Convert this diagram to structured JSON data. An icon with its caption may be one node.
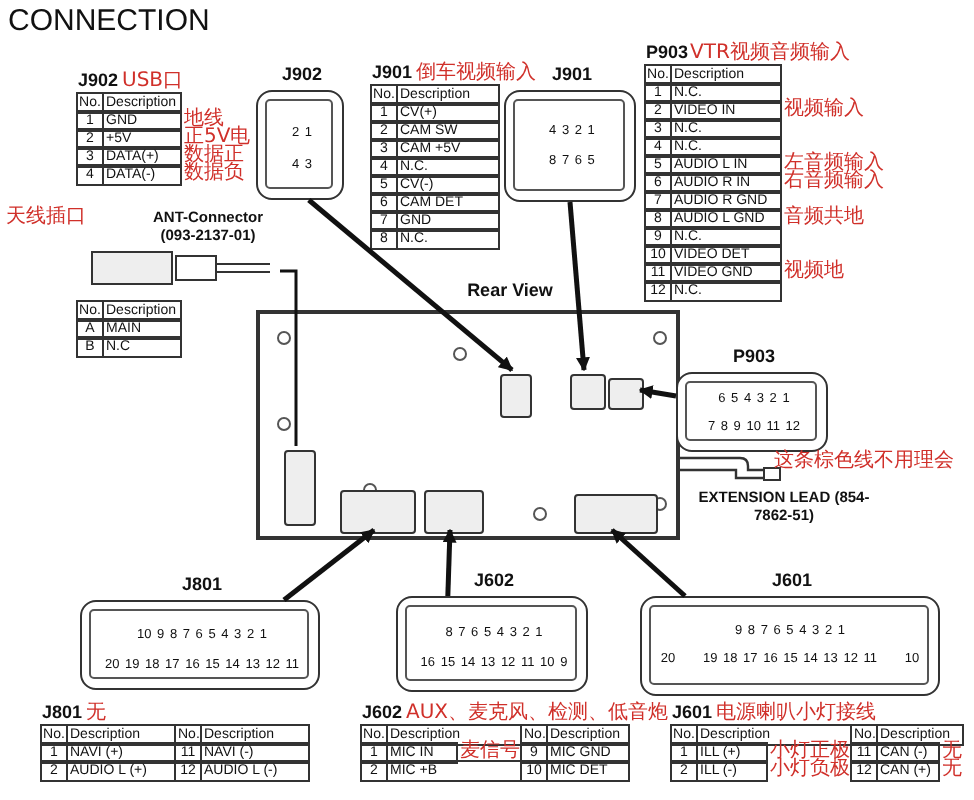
{
  "diagram": {
    "title": "CONNECTION",
    "nodes": [
      {
        "text": [
          "Rear View"
        ]
      },
      {
        "text": [],
        "shape": "box",
        "in": 0
      },
      {
        "text": [],
        "shape": "box",
        "in": 0
      },
      {
        "text": [],
        "shape": "box",
        "in": 0
      },
      {
        "text": [],
        "shape": "box",
        "in": 0
      },
      {
        "text": [],
        "shape": "box",
        "in": 0
      },
      {
        "text": [],
        "shape": "box",
        "in": 0
      },
      {
        "text": [],
        "shape": "box",
        "in": 0
      },
      {
        "text": [
          "J902",
          "2 1",
          "4 3"
        ]
      },
      {
        "text": [
          "J901",
          "4 3 2 1",
          "8 7 6 5"
        ]
      },
      {
        "text": [
          "P903",
          "6 5 4 3 2 1",
          "7 8 9 10 11 12"
        ]
      },
      {
        "text": [
          "ANT-Connector (093-2137-01)"
        ]
      },
      {
        "text": [
          "J801",
          "10 9 8 7 6 5 4 3 2 1",
          "20 19 18 17 16 15 14 13 12 11"
        ]
      },
      {
        "text": [
          "J602",
          "8 7 6 5 4 3 2 1",
          "16 15 14 13 12 11 10 9"
        ]
      },
      {
        "text": [
          "J601",
          "9 8 7 6 5 4 3 2 1",
          "20",
          "19 18 17 16 15 14 13 12 11",
          "10"
        ]
      },
      {
        "text": [
          "EXTENSION LEAD (854-7862-51)"
        ]
      }
    ],
    "edges": [
      {
        "from": 8,
        "to": 2,
        "arrow": "to"
      },
      {
        "from": 9,
        "to": 3,
        "arrow": "to"
      },
      {
        "from": 10,
        "to": 4,
        "arrow": "to"
      },
      {
        "from": 11,
        "to": 1,
        "arrow": "none"
      },
      {
        "from": 12,
        "to": 5,
        "arrow": "to"
      },
      {
        "from": 13,
        "to": 6,
        "arrow": "to"
      },
      {
        "from": 14,
        "to": 7,
        "arrow": "to"
      }
    ],
    "labels": [
      "J902",
      "USB口",
      "No.",
      "Description",
      "1",
      "GND",
      "地线",
      "2",
      "+5V",
      "正5V电",
      "3",
      "DATA(+)",
      "数据正",
      "4",
      "DATA(-)",
      "数据负",
      "J901",
      "倒车视频输入",
      "No.",
      "Description",
      "1",
      "CV(+)",
      "2",
      "CAM SW",
      "3",
      "CAM +5V",
      "4",
      "N.C.",
      "5",
      "CV(-)",
      "6",
      "CAM DET",
      "7",
      "GND",
      "8",
      "N.C.",
      "P903",
      "VTR视频音频输入",
      "No.",
      "Description",
      "1",
      "N.C.",
      "2",
      "VIDEO IN",
      "视频输入",
      "3",
      "N.C.",
      "4",
      "N.C.",
      "5",
      "AUDIO L IN",
      "左音频输入",
      "6",
      "AUDIO R IN",
      "右音频输入",
      "7",
      "AUDIO R GND",
      "8",
      "AUDIO L GND",
      "音频共地",
      "9",
      "N.C.",
      "10",
      "VIDEO DET",
      "11",
      "VIDEO GND",
      "视频地",
      "12",
      "N.C.",
      "天线插口",
      "No.",
      "Description",
      "A",
      "MAIN",
      "B",
      "N.C",
      "这条棕色线不用理会",
      "J801",
      "无",
      "No.",
      "Description",
      "No.",
      "Description",
      "1",
      "NAVI (+)",
      "11",
      "NAVI (-)",
      "2",
      "AUDIO L (+)",
      "12",
      "AUDIO L (-)",
      "J602",
      "AUX、麦克风、检测、低音炮",
      "No.",
      "Description",
      "No.",
      "Description",
      "1",
      "MIC IN",
      "麦信号",
      "9",
      "MIC GND",
      "2",
      "MIC +B",
      "10",
      "MIC DET",
      "J601",
      "电源喇叭小灯接线",
      "No.",
      "Description",
      "No.",
      "Description",
      "1",
      "ILL (+)",
      "小灯正极",
      "11",
      "CAN (-)",
      "无",
      "2",
      "ILL (-)",
      "小灯负极",
      "12",
      "CAN (+)",
      "无"
    ]
  }
}
